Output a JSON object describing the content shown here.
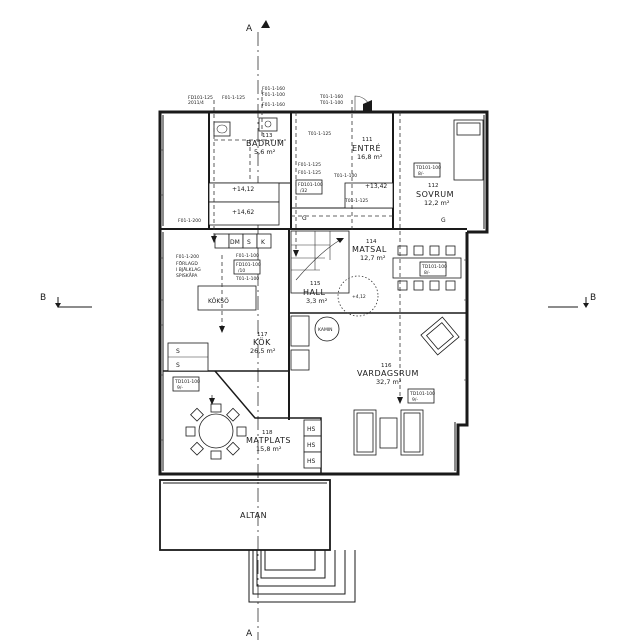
{
  "section_marks": {
    "a_top": "A",
    "a_bottom": "A",
    "b_left": "B",
    "b_right": "B"
  },
  "rooms": [
    {
      "key": "badrum",
      "number": "113",
      "name": "BADRUM",
      "area": "5,6 m²"
    },
    {
      "key": "entre",
      "number": "111",
      "name": "ENTRÉ",
      "area": "16,8 m²"
    },
    {
      "key": "sovrum",
      "number": "112",
      "name": "SOVRUM",
      "area": "12,2 m²"
    },
    {
      "key": "matsal",
      "number": "114",
      "name": "MATSAL",
      "area": "12,7 m²"
    },
    {
      "key": "hall",
      "number": "115",
      "name": "HALL",
      "area": "3,3 m²"
    },
    {
      "key": "kok",
      "number": "117",
      "name": "KÖK",
      "area": "26,5 m²"
    },
    {
      "key": "vardagsrum",
      "number": "116",
      "name": "VARDAGSRUM",
      "area": "32,7 m²"
    },
    {
      "key": "matplats",
      "number": "118",
      "name": "MATPLATS",
      "area": "15,8 m²"
    }
  ],
  "altan": "ALTAN",
  "kamin": "KAMIN",
  "koksö": "KÖKSÖ",
  "letters": {
    "dm": "DM",
    "s1": "S",
    "k": "K",
    "s_kok1": "S",
    "s_kok2": "S",
    "hs1": "HS",
    "hs2": "HS",
    "hs3": "HS",
    "g1": "G",
    "g2": "G"
  },
  "levels": {
    "l1": "+14,12",
    "l2": "+14,62",
    "l3": "+13,42",
    "l4": "+4,12"
  },
  "vent_tags": {
    "fd_bad": "FD101-125",
    "fd_bad_sub": "2011/4",
    "f_bad1": "F01-1-125",
    "f_bad2": "F01-1-160",
    "f_bad3": "F01-1-100",
    "f_bad4": "F01-1-160",
    "t_entre1": "T01-1-160",
    "t_entre2": "T01-1-100",
    "t_entre3": "T01-1-125",
    "f_hall1": "F01-1-125",
    "f_hall2": "F01-1-125",
    "fd_hall": "FD101-100",
    "fd_hall_sub": "/32",
    "t_hall1": "T01-1-100",
    "t_hall2": "T01-1-125",
    "td_sov": "TD101-100",
    "td_sov_sub": "8/-",
    "f_kok_left": "F01-1-200",
    "f_kok1": "F01-1-200",
    "f_kok_a": "FÖRLAGD",
    "f_kok_b": "I BJÄLKLAG",
    "f_kok_c": "SPISKÅPA",
    "f_kok2": "F01-1-100",
    "fd_kok": "FD101-100",
    "fd_kok_sub": "/10",
    "t_kok": "T01-1-100",
    "td_mat": "TD101-100",
    "td_mat_sub": "8/-",
    "td_matplats": "TD101-100",
    "td_matplats_sub": "9/-",
    "td_vard": "TD101-100",
    "td_vard_sub": "9/-"
  }
}
